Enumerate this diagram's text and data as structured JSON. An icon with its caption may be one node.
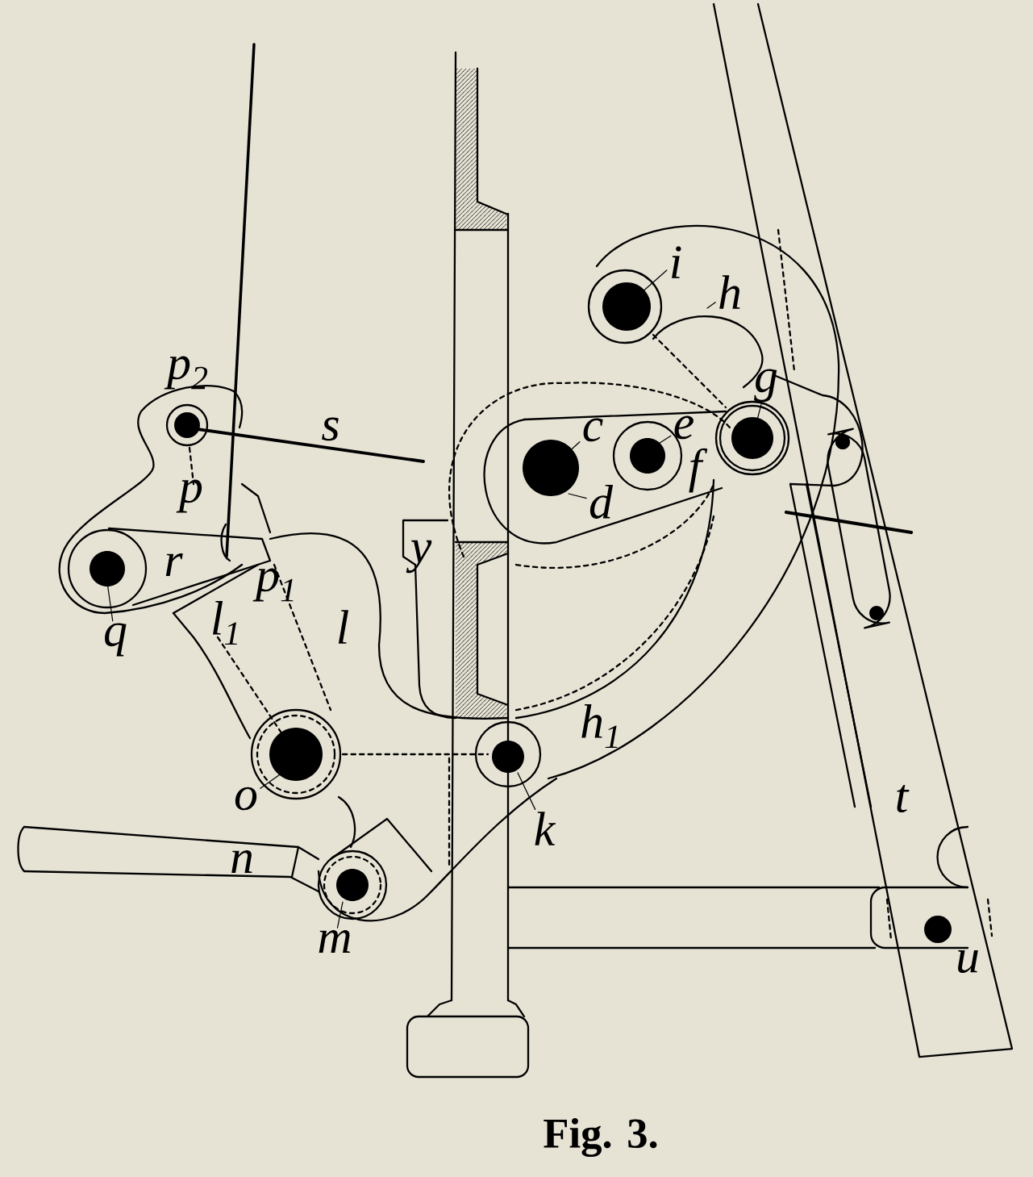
{
  "diagram": {
    "caption": "Fig. 3.",
    "nodes": [
      {
        "text": [
          "i"
        ]
      },
      {
        "text": [
          "h"
        ]
      },
      {
        "text": [
          "g"
        ]
      },
      {
        "text": [
          "e"
        ]
      },
      {
        "text": [
          "c"
        ]
      },
      {
        "text": [
          "d"
        ]
      },
      {
        "text": [
          "q"
        ]
      },
      {
        "text": [
          "o"
        ]
      },
      {
        "text": [
          "k"
        ]
      },
      {
        "text": [
          "m"
        ]
      }
    ],
    "edges": [
      {
        "from": 0,
        "to": null,
        "arrow": "none"
      },
      {
        "from": 1,
        "to": null,
        "arrow": "none"
      },
      {
        "from": 2,
        "to": null,
        "arrow": "none"
      },
      {
        "from": 3,
        "to": null,
        "arrow": "none"
      },
      {
        "from": 4,
        "to": null,
        "arrow": "none"
      },
      {
        "from": 5,
        "to": null,
        "arrow": "none"
      },
      {
        "from": 6,
        "to": null,
        "arrow": "none"
      },
      {
        "from": 7,
        "to": null,
        "arrow": "none"
      },
      {
        "from": 8,
        "to": null,
        "arrow": "none"
      },
      {
        "from": 9,
        "to": null,
        "arrow": "none"
      }
    ],
    "labels": [
      "p$_{2}$",
      "s",
      "p",
      "f",
      "r",
      "p$_{1}$",
      "l$_{1}$",
      "l",
      "y",
      "h$_{1}$",
      "t",
      "n",
      "u"
    ]
  }
}
